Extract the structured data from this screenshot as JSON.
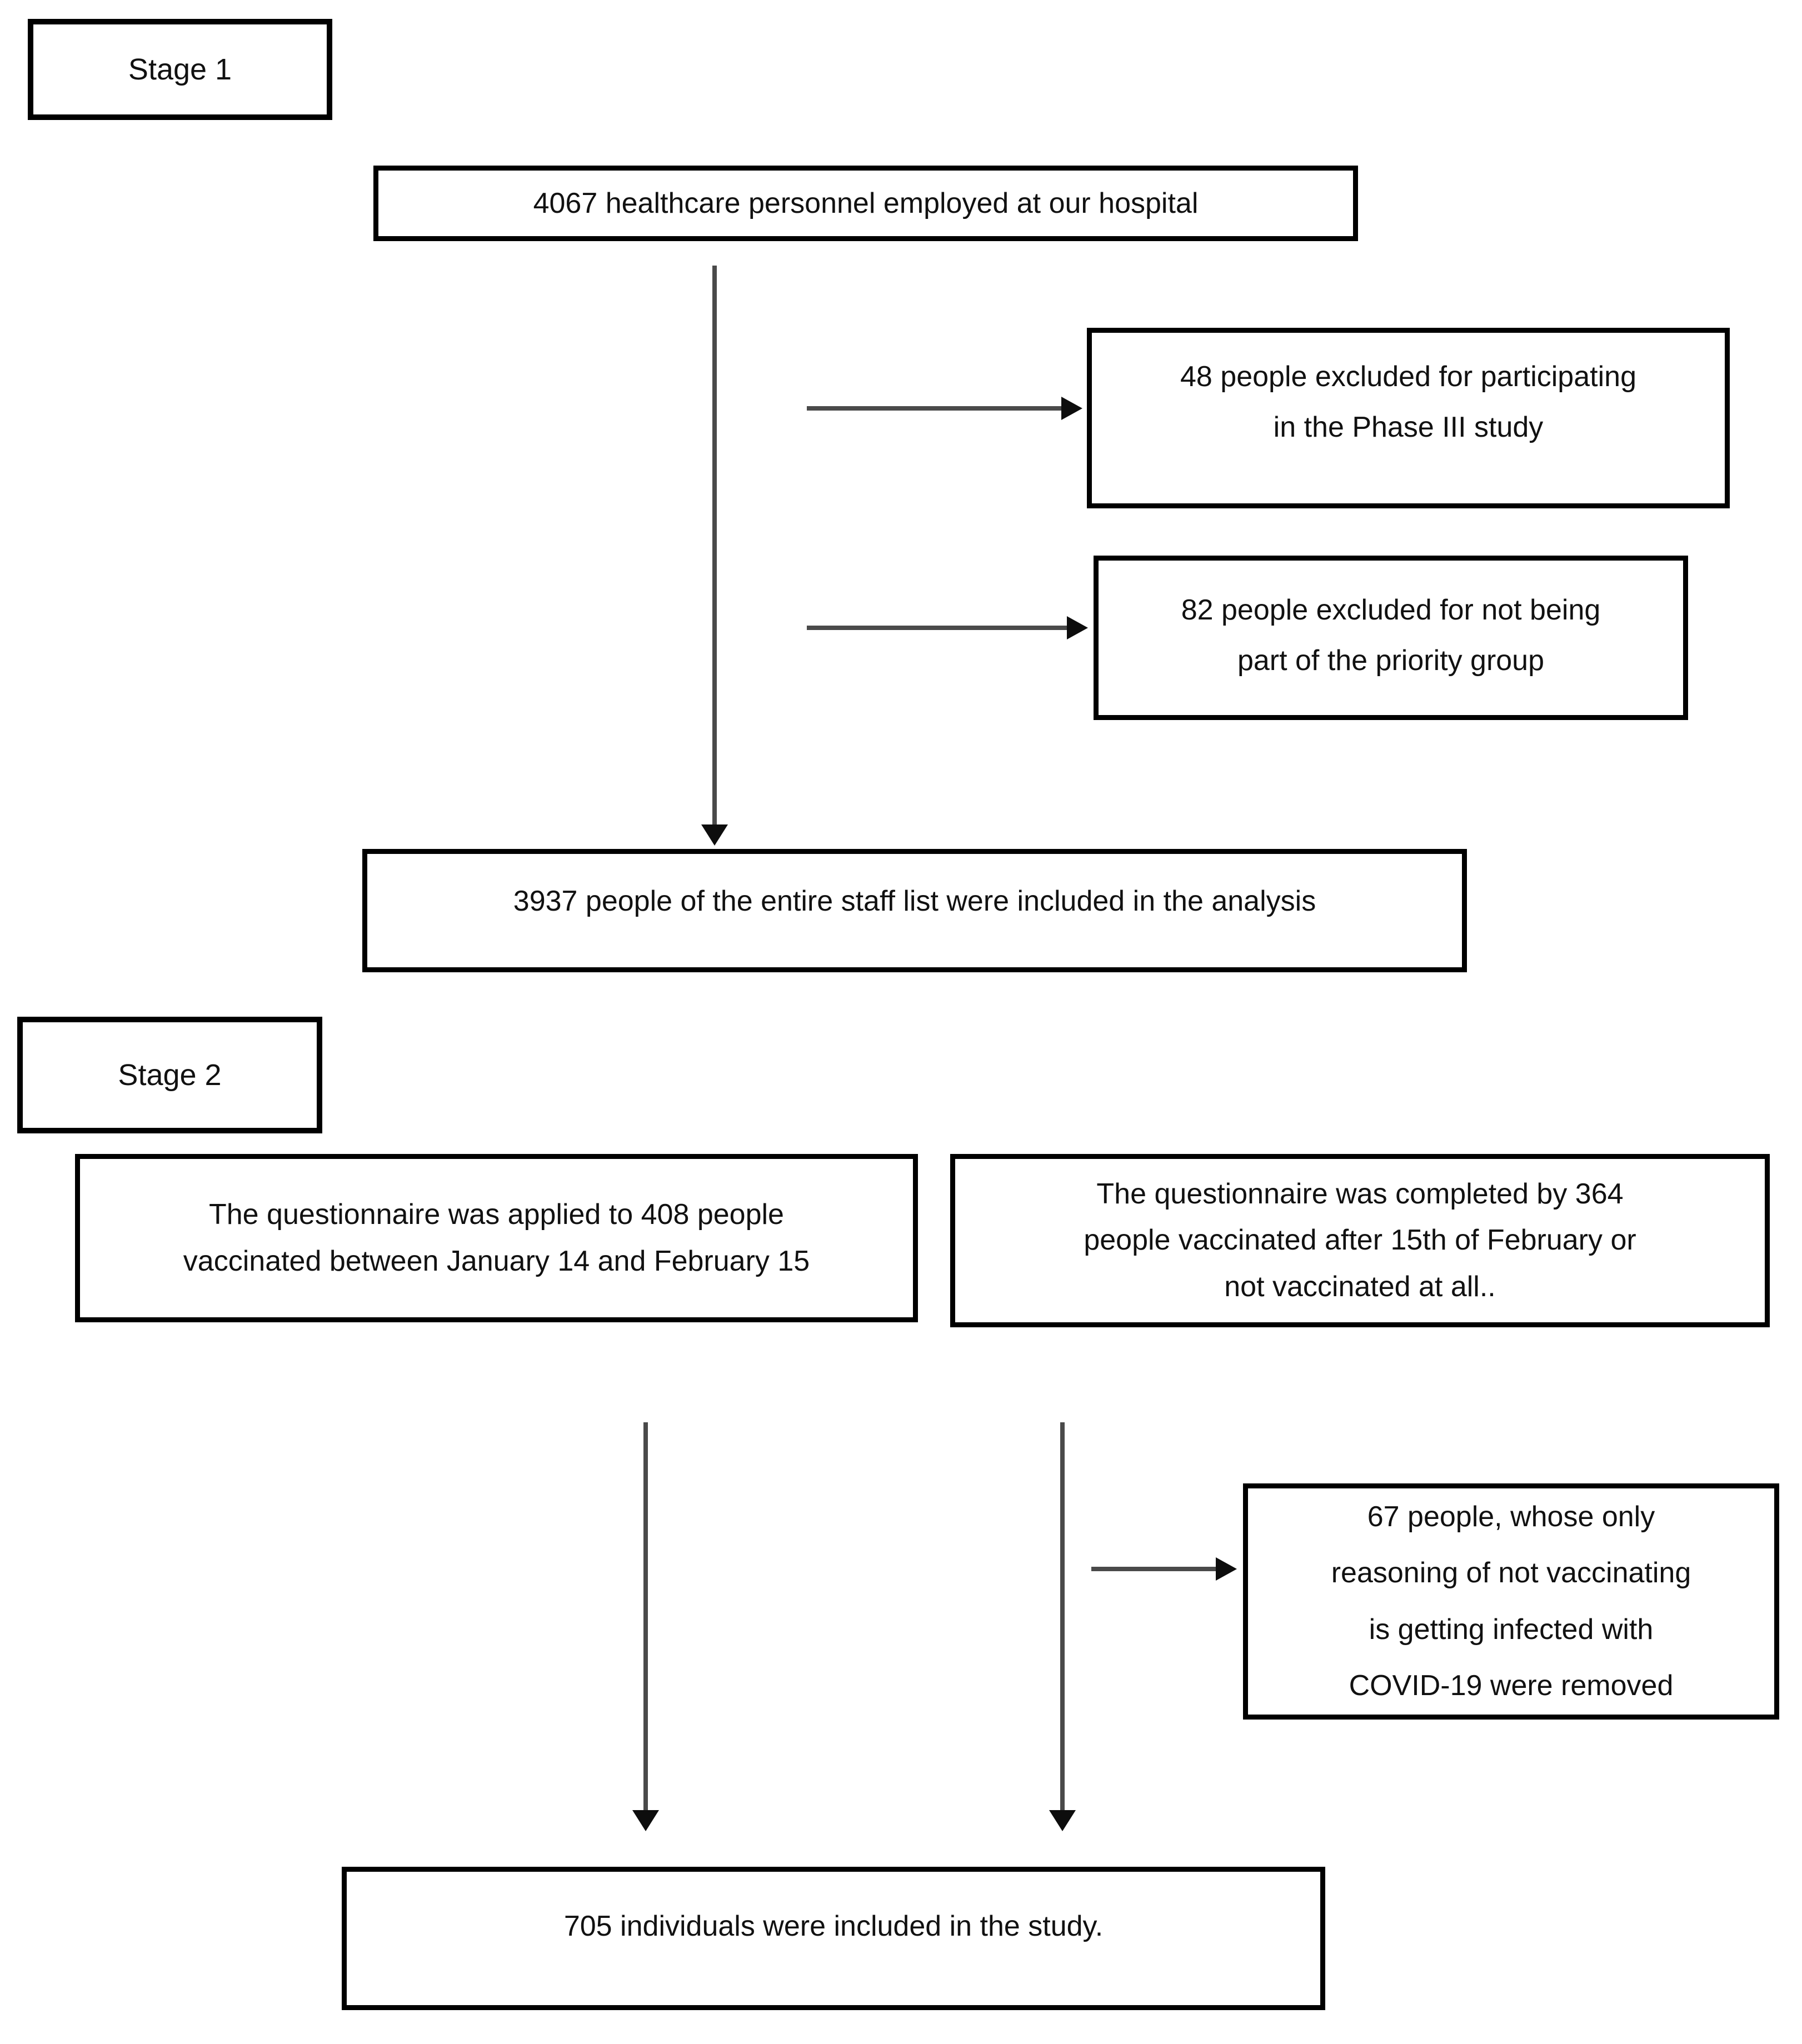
{
  "diagram": {
    "stage1_label": "Stage 1",
    "stage2_label": "Stage 2",
    "boxes": {
      "total_personnel": "4067 healthcare personnel employed at our hospital",
      "excluded_phase3": "48 people excluded for participating\nin the Phase III study",
      "excluded_priority": "82 people excluded for not being\npart of the priority group",
      "included_analysis": "3937 people of the entire staff list were included in the analysis",
      "questionnaire_vaccinated": "The questionnaire was applied to 408 people\nvaccinated between January 14 and February 15",
      "questionnaire_other": "The questionnaire was completed by 364\npeople vaccinated after 15th of February or\nnot vaccinated at all..",
      "removed_covid_reason": "67 people, whose only\nreasoning of not vaccinating\nis getting infected with\nCOVID-19 were removed",
      "final_included": "705 individuals were included in the study."
    },
    "colors": {
      "background": "#ffffff",
      "box_border": "#000000",
      "text": "#111111",
      "arrow_shaft": "#4a4a4a",
      "arrow_head": "#0d0d0d"
    }
  }
}
